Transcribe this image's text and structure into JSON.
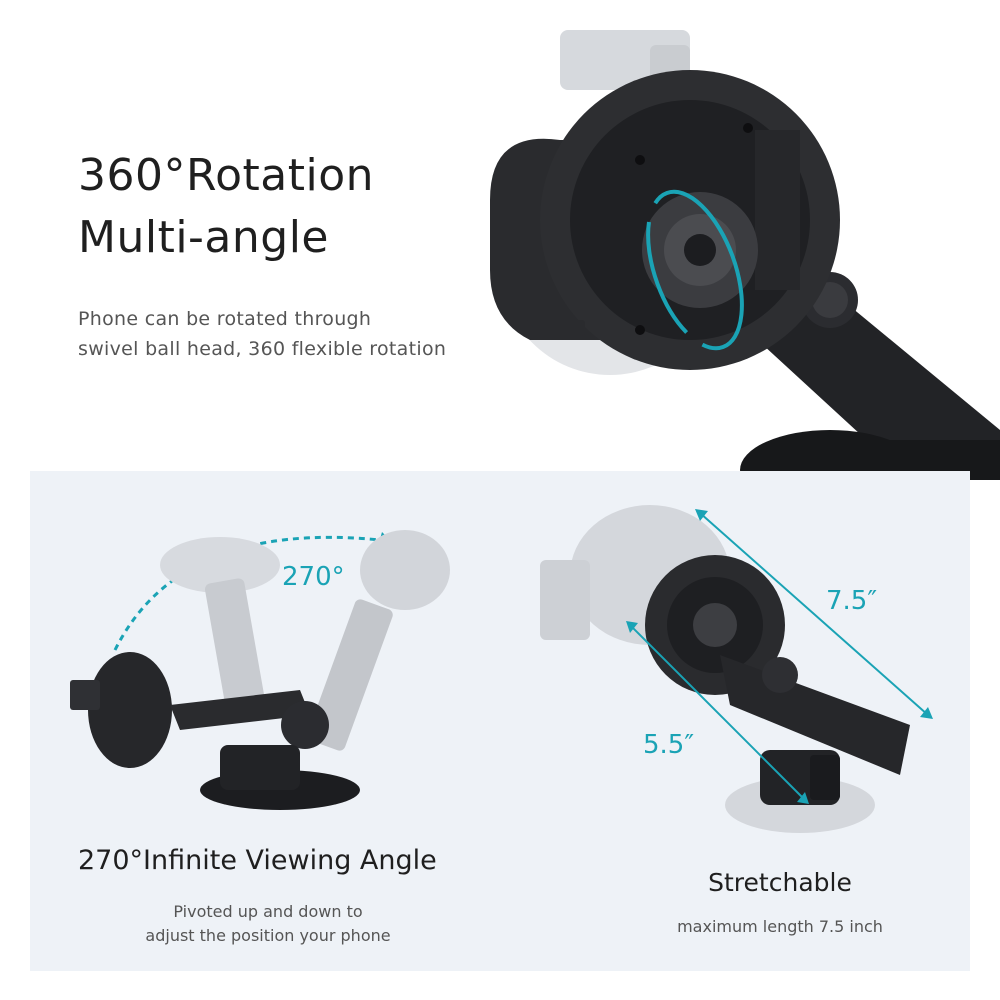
{
  "top": {
    "title_line1": "360°Rotation",
    "title_line2": "Multi-angle",
    "desc_line1": "Phone can be rotated through",
    "desc_line2": "swivel ball head, 360 flexible rotation"
  },
  "left": {
    "angle_label": "270°",
    "title": "270°Infinite Viewing Angle",
    "desc_line1": "Pivoted up and down to",
    "desc_line2": "adjust the position your phone"
  },
  "right": {
    "length_label": "7.5″",
    "width_label": "5.5″",
    "title": "Stretchable",
    "desc": "maximum length 7.5 inch"
  },
  "colors": {
    "accent": "#1aa3b5",
    "panel_bg": "#eef2f7",
    "product_dark": "#1e1f22",
    "product_ghost": "#d3d6da"
  }
}
